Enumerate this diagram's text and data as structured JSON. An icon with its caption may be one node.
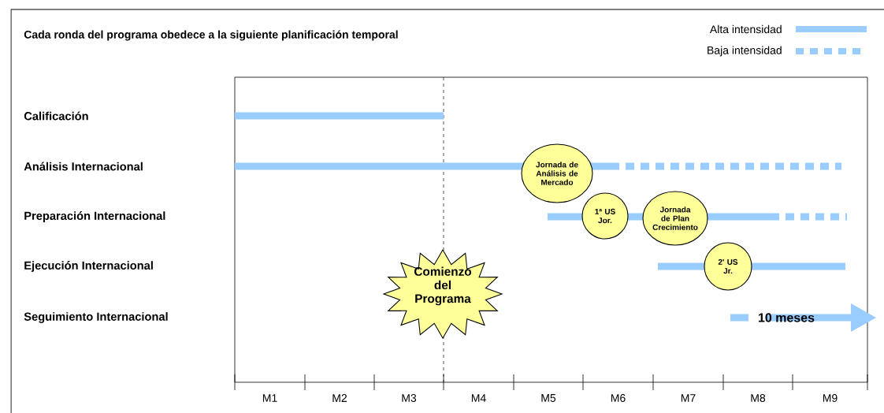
{
  "diagram": {
    "title": "Cada ronda del programa obedece a la siguiente planificación temporal",
    "nodes": [
      {
        "text": [
          "Jornada de Análisis de Mercado"
        ]
      },
      {
        "text": [
          "1ª US Jor."
        ]
      },
      {
        "text": [
          "Jornada de Plan Crecimiento"
        ]
      },
      {
        "text": [
          "2' US Jr."
        ]
      },
      {
        "text": [
          "Comienzo del Programa"
        ]
      }
    ],
    "labels": [
      "Calificación",
      "Análisis Internacional",
      "Preparación Internacional",
      "Ejecución Internacional",
      "Seguimiento Internacional",
      "10 meses",
      "M1",
      "M2",
      "M3",
      "M4",
      "M5",
      "M6",
      "M7",
      "M8",
      "M9"
    ],
    "legend": [
      {
        "text": "Alta intensidad"
      },
      {
        "text": "Baja intensidad"
      }
    ]
  }
}
